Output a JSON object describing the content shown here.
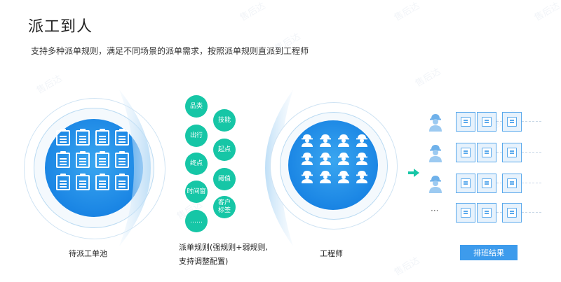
{
  "header": {
    "title": "派工到人",
    "subtitle": "支持多种派单规则，满足不同场景的派单需求，按照派单规则直派到工程师"
  },
  "pool": {
    "label": "待派工单池"
  },
  "rules": {
    "items": [
      "品类",
      "技能",
      "出行",
      "起点",
      "终点",
      "阈值",
      "时间窗",
      "客户标签",
      "……"
    ],
    "label_line1": "派单规则(强规则+弱规则,",
    "label_line2": "支持调整配置)"
  },
  "engineers": {
    "label": "工程师"
  },
  "schedule": {
    "ellipsis": "···",
    "badge": "排班结果"
  },
  "watermark": "售后达",
  "colors": {
    "primary_blue": "#1a85e4",
    "teal": "#16c6a6",
    "badge_blue": "#3d9bec",
    "light_blue": "#5aa9ec"
  }
}
